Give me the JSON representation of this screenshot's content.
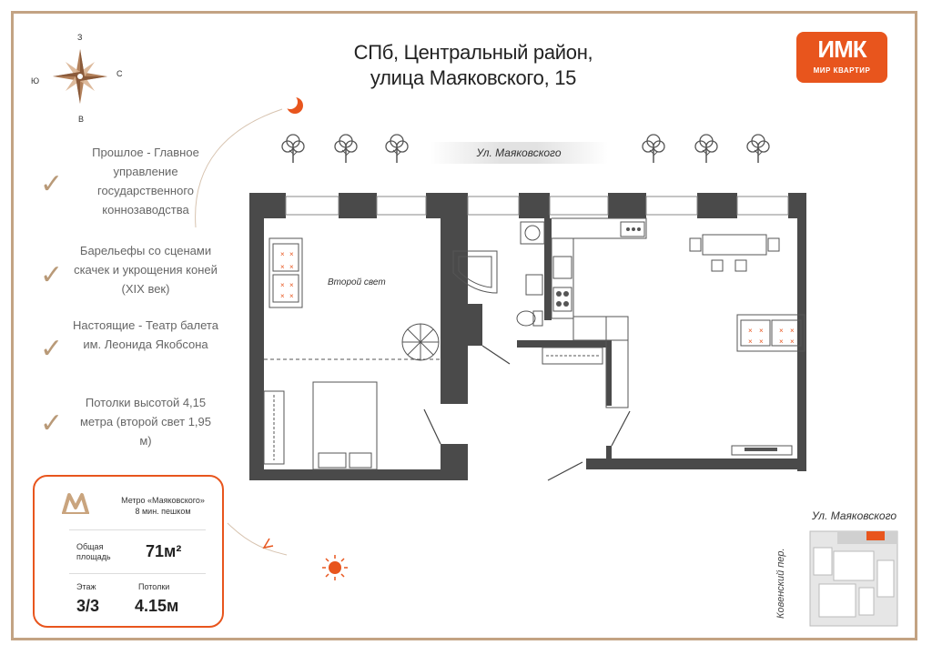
{
  "title": {
    "line1": "СПб, Центральный район,",
    "line2": "улица Маяковского, 15"
  },
  "logo": {
    "mark": "ИМК",
    "text": "МИР КВАРТИР"
  },
  "compass": {
    "north": "З",
    "east": "С",
    "south": "В",
    "west": "Ю"
  },
  "facts": [
    {
      "text": "Прошлое - Главное управление государственного коннозаводства"
    },
    {
      "text": "Барельефы  со сценами скачек и укрощения коней (XIX век)"
    },
    {
      "text": "Настоящие  - Театр балета им. Леонида Якобсона"
    },
    {
      "text": "Потолки высотой 4,15 метра (второй свет 1,95 м)"
    }
  ],
  "street_top": "Ул. Маяковского",
  "plan": {
    "second_light_label": "Второй свет"
  },
  "info": {
    "metro_name": "Метро «Маяковского»",
    "metro_time": "8 мин. пешком",
    "area_label_1": "Общая",
    "area_label_2": "площадь",
    "area_value": "71м²",
    "floor_label": "Этаж",
    "floor_value": "3/3",
    "ceiling_label": "Потолки",
    "ceiling_value": "4.15м"
  },
  "mini_map": {
    "street": "Ул. Маяковского",
    "side_street": "Ковенский пер."
  },
  "colors": {
    "accent": "#e8551d",
    "gold": "#c3a383",
    "wall": "#4a4a4a"
  }
}
